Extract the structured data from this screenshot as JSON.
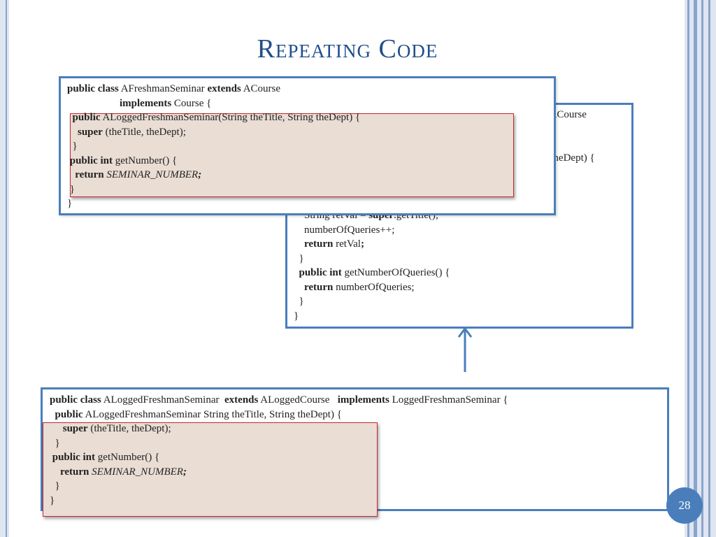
{
  "slide": {
    "title": "Repeating Code",
    "page_number": "28"
  },
  "back_box": {
    "lines": [
      [
        {
          "t": "s ",
          "b": true
        },
        {
          "t": "ACourse"
        }
      ],
      [
        {
          "t": "g theDept) {"
        }
      ],
      [
        {
          "t": "    String retVal = "
        },
        {
          "t": "super",
          "b": true
        },
        {
          "t": ".getTitle();"
        }
      ],
      [
        {
          "t": "    numberOfQueries++;"
        }
      ],
      [
        {
          "t": "    "
        },
        {
          "t": "return",
          "b": true
        },
        {
          "t": " retVal"
        },
        {
          "t": ";",
          "b": true
        }
      ],
      [
        {
          "t": "  }"
        }
      ],
      [
        {
          "t": "  "
        },
        {
          "t": "public int",
          "b": true
        },
        {
          "t": " getNumberOfQueries() {"
        }
      ],
      [
        {
          "t": "    "
        },
        {
          "t": "return",
          "b": true
        },
        {
          "t": " numberOfQueries;"
        }
      ],
      [
        {
          "t": "  }"
        }
      ],
      [
        {
          "t": "}"
        }
      ]
    ]
  },
  "top_box": {
    "lines": [
      [
        {
          "t": "public class",
          "b": true
        },
        {
          "t": " AFreshmanSeminar "
        },
        {
          "t": "extends",
          "b": true
        },
        {
          "t": " ACourse"
        }
      ],
      [
        {
          "t": "                    "
        },
        {
          "t": "implements",
          "b": true
        },
        {
          "t": " Course {"
        }
      ],
      [
        {
          "t": "  "
        },
        {
          "t": "public",
          "b": true
        },
        {
          "t": " ALoggedFreshmanSeminar(String theTitle, String theDept) {"
        }
      ],
      [
        {
          "t": "    "
        },
        {
          "t": "super",
          "b": true
        },
        {
          "t": " (theTitle, theDept);"
        }
      ],
      [
        {
          "t": "  }"
        }
      ],
      [
        {
          "t": " "
        },
        {
          "t": "public int",
          "b": true
        },
        {
          "t": " getNumber() {"
        }
      ],
      [
        {
          "t": "   "
        },
        {
          "t": "return",
          "b": true
        },
        {
          "t": " "
        },
        {
          "t": "SEMINAR_NUMBER",
          "i": true
        },
        {
          "t": ";",
          "b": true,
          "i": true
        }
      ],
      [
        {
          "t": " }"
        }
      ],
      [
        {
          "t": "}"
        }
      ]
    ]
  },
  "bottom_box": {
    "lines": [
      [
        {
          "t": "public class",
          "b": true
        },
        {
          "t": " ALoggedFreshmanSeminar  "
        },
        {
          "t": "extends",
          "b": true
        },
        {
          "t": " ALoggedCourse   "
        },
        {
          "t": "implements",
          "b": true
        },
        {
          "t": " LoggedFreshmanSeminar {"
        }
      ],
      [
        {
          "t": "  "
        },
        {
          "t": "public",
          "b": true
        },
        {
          "t": " ALoggedFreshmanSeminar String theTitle, String theDept) {"
        }
      ],
      [
        {
          "t": "     "
        },
        {
          "t": "super",
          "b": true
        },
        {
          "t": " (theTitle, theDept);"
        }
      ],
      [
        {
          "t": "  }"
        }
      ],
      [
        {
          "t": " "
        },
        {
          "t": "public int",
          "b": true
        },
        {
          "t": " getNumber() {"
        }
      ],
      [
        {
          "t": "    "
        },
        {
          "t": "return",
          "b": true
        },
        {
          "t": " "
        },
        {
          "t": "SEMINAR_NUMBER",
          "i": true
        },
        {
          "t": ";",
          "b": true,
          "i": true
        }
      ],
      [
        {
          "t": "  }"
        }
      ],
      [
        {
          "t": "}"
        }
      ]
    ]
  }
}
